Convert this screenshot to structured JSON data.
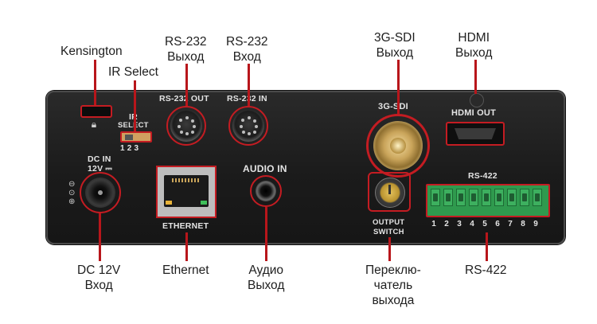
{
  "callouts": {
    "kensington": "Kensington",
    "ir_select": "IR Select",
    "rs232_out_line1": "RS-232",
    "rs232_out_line2": "Выход",
    "rs232_in_line1": "RS-232",
    "rs232_in_line2": "Вход",
    "sdi_line1": "3G-SDI",
    "sdi_line2": "Выход",
    "hdmi_line1": "HDMI",
    "hdmi_line2": "Выход",
    "dc_line1": "DC 12V",
    "dc_line2": "Вход",
    "ethernet": "Ethernet",
    "audio_line1": "Аудио",
    "audio_line2": "Выход",
    "switch_line1": "Переклю-",
    "switch_line2": "чатель",
    "switch_line3": "выхода",
    "rs422": "RS-422"
  },
  "panel_labels": {
    "ir": "IR",
    "select": "SELECT",
    "ir_positions": "1 2 3",
    "rs232_out": "RS-232 OUT",
    "rs232_in": "RS-232 IN",
    "sdi": "3G-SDI",
    "hdmi_out": "HDMI OUT",
    "dc_in": "DC IN",
    "dc_12v": "12V ⎓",
    "audio_in": "AUDIO IN",
    "ethernet": "ETHERNET",
    "output": "OUTPUT",
    "switch": "SWITCH",
    "rs422": "RS-422",
    "rs422_pins": [
      "1",
      "2",
      "3",
      "4",
      "5",
      "6",
      "7",
      "8",
      "9"
    ]
  },
  "colors": {
    "accent": "#c41c22",
    "panel": "#1e1e1e",
    "terminal": "#3db05f"
  }
}
